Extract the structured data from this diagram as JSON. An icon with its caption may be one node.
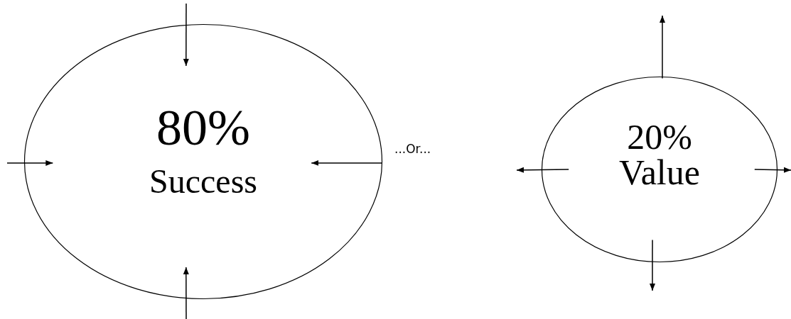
{
  "diagram": {
    "nodes": [
      {
        "text": [
          "80%",
          "Success"
        ]
      },
      {
        "text": [
          "20% Value"
        ]
      }
    ],
    "edges": [
      {
        "from": null,
        "to": 0,
        "arrow": "to"
      },
      {
        "from": null,
        "to": 0,
        "arrow": "to"
      },
      {
        "from": null,
        "to": 0,
        "arrow": "to"
      },
      {
        "from": null,
        "to": 0,
        "arrow": "to"
      },
      {
        "from": 1,
        "to": null,
        "arrow": "to"
      },
      {
        "from": 1,
        "to": null,
        "arrow": "to"
      },
      {
        "from": 1,
        "to": null,
        "arrow": "to"
      },
      {
        "from": 1,
        "to": null,
        "arrow": "to"
      }
    ],
    "labels": [
      "...Or..."
    ]
  }
}
